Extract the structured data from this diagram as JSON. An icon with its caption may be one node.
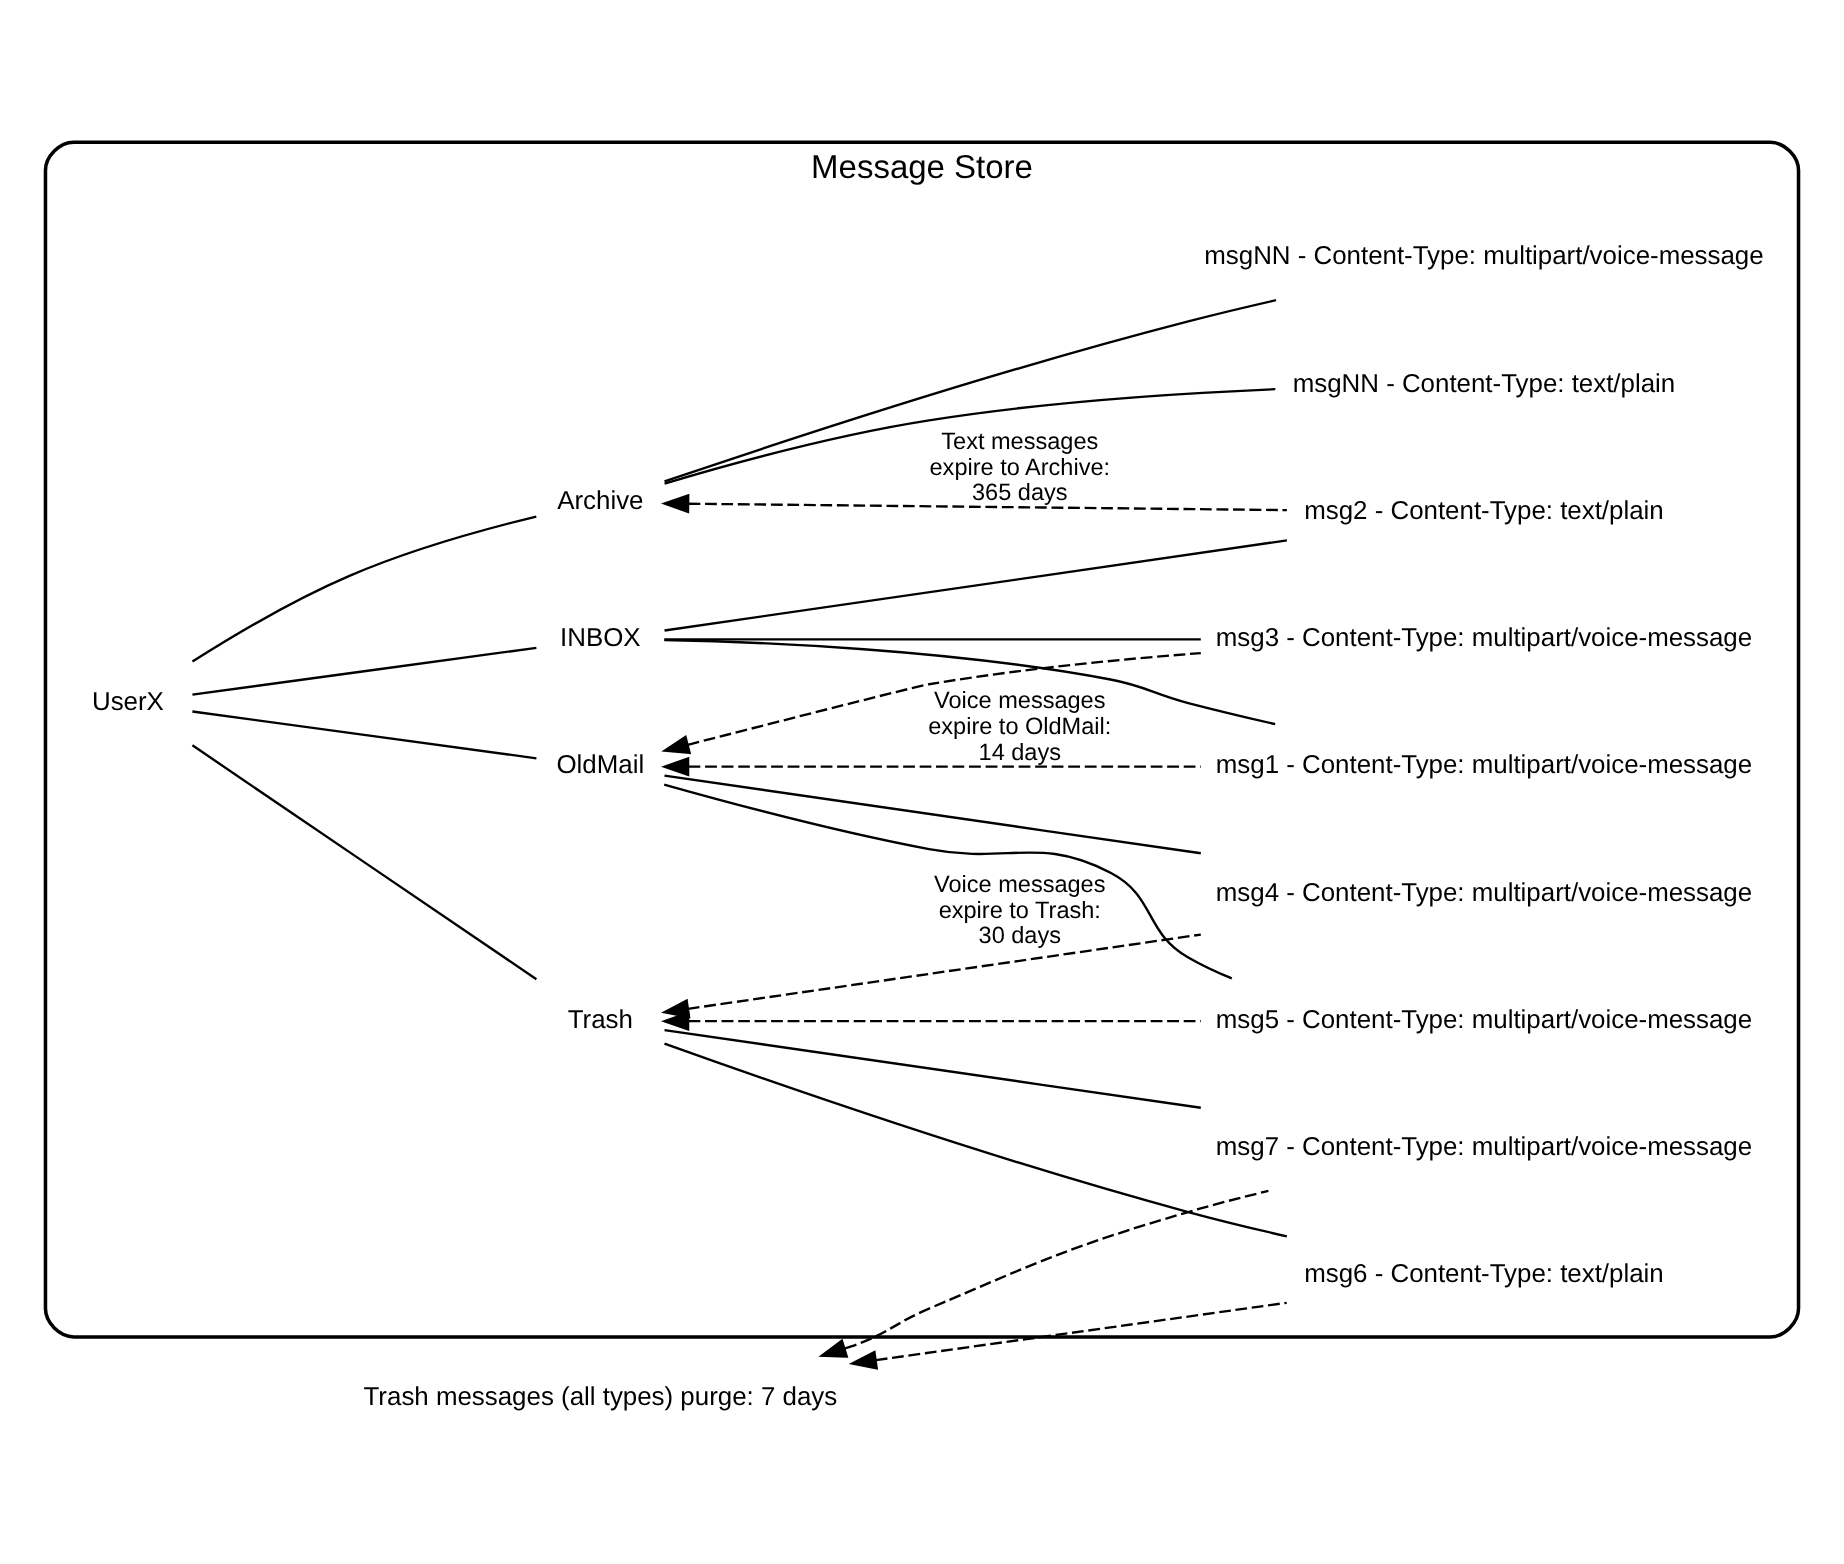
{
  "diagram": {
    "nodes": [
      {
        "text": [
          "Message Store"
        ]
      },
      {
        "text": [
          "UserX"
        ],
        "in": 0
      },
      {
        "text": [
          "INBOX"
        ],
        "in": 0
      },
      {
        "text": [
          "msg1 - Content-Type: multipart/voice-message"
        ],
        "in": 0
      },
      {
        "text": [
          "msg2 - Content-Type: text/plain"
        ],
        "in": 0
      },
      {
        "text": [
          "msg3 - Content-Type: multipart/voice-message"
        ],
        "in": 0
      },
      {
        "text": [
          "OldMail"
        ],
        "in": 0
      },
      {
        "text": [
          "msg4 - Content-Type: multipart/voice-message"
        ],
        "in": 0
      },
      {
        "text": [
          "msg5 - Content-Type: multipart/voice-message"
        ],
        "in": 0
      },
      {
        "text": [
          "Trash"
        ],
        "in": 0
      },
      {
        "text": [
          "msg6 - Content-Type: text/plain"
        ],
        "in": 0
      },
      {
        "text": [
          "msg7 - Content-Type: multipart/voice-message"
        ],
        "in": 0
      },
      {
        "text": [
          "Archive"
        ],
        "in": 0
      },
      {
        "text": [
          "msgNN - Content-Type: text/plain"
        ],
        "in": 0
      },
      {
        "text": [
          "msgNN - Content-Type: multipart/voice-message"
        ],
        "in": 0
      },
      {
        "text": [
          "Trash messages (all types) purge: 7 days"
        ]
      }
    ],
    "edges": [
      {
        "from": 1,
        "to": 2,
        "arrow": "none"
      },
      {
        "from": 1,
        "to": 6,
        "arrow": "none"
      },
      {
        "from": 1,
        "to": 9,
        "arrow": "none"
      },
      {
        "from": 1,
        "to": 12,
        "arrow": "none"
      },
      {
        "from": 2,
        "to": 3,
        "arrow": "none"
      },
      {
        "from": 2,
        "to": 4,
        "arrow": "none"
      },
      {
        "from": 2,
        "to": 5,
        "arrow": "none"
      },
      {
        "from": 6,
        "to": 7,
        "arrow": "none"
      },
      {
        "from": 6,
        "to": 8,
        "arrow": "none"
      },
      {
        "from": 9,
        "to": 10,
        "arrow": "none"
      },
      {
        "from": 9,
        "to": 11,
        "arrow": "none"
      },
      {
        "from": 12,
        "to": 13,
        "arrow": "none"
      },
      {
        "from": 12,
        "to": 14,
        "arrow": "none"
      },
      {
        "from": 3,
        "to": 6,
        "arrow": "to",
        "style": "dashed",
        "label": "Voice messages expire to OldMail: 14 days"
      },
      {
        "from": 5,
        "to": 6,
        "arrow": "to",
        "style": "dashed"
      },
      {
        "from": 7,
        "to": 9,
        "arrow": "to",
        "style": "dashed",
        "label": "Voice messages expire to Trash: 30 days"
      },
      {
        "from": 8,
        "to": 9,
        "arrow": "to",
        "style": "dashed"
      },
      {
        "from": 4,
        "to": 12,
        "arrow": "to",
        "style": "dashed",
        "label": "Text messages expire to Archive: 365 days"
      },
      {
        "from": 10,
        "to": 15,
        "arrow": "to",
        "style": "dashed"
      },
      {
        "from": 11,
        "to": 15,
        "arrow": "to",
        "style": "dashed"
      }
    ]
  }
}
